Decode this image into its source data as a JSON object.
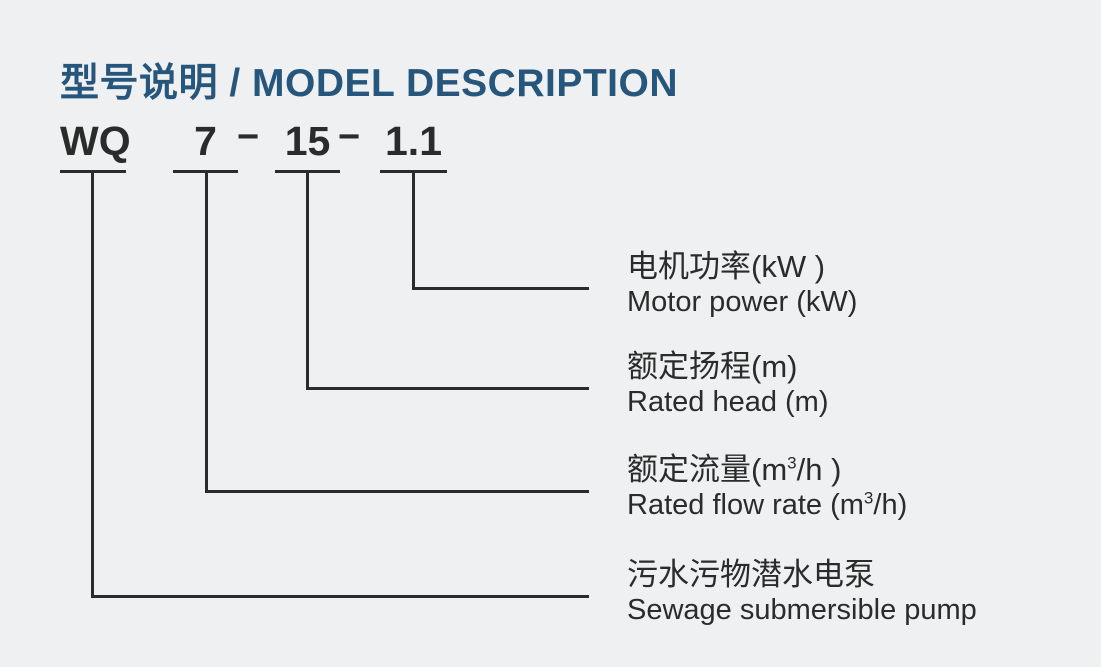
{
  "colors": {
    "background": "#eff0f1",
    "ink": "#2b2b2b",
    "title": "#27567d"
  },
  "header": {
    "title": "型号说明 / MODEL DESCRIPTION"
  },
  "model_code": {
    "parts": [
      "WQ",
      "7",
      "15",
      "1.1"
    ],
    "separator": "−"
  },
  "labels": [
    {
      "cn": "电机功率(kW )",
      "en": "Motor power (kW)"
    },
    {
      "cn": "额定扬程(m)",
      "en": "Rated head (m)"
    },
    {
      "cn_prefix": "额定流量(m",
      "cn_sup": "3",
      "cn_suffix": "/h )",
      "en_prefix": "Rated flow rate (m",
      "en_sup": "3",
      "en_suffix": "/h)"
    },
    {
      "cn": "污水污物潜水电泵",
      "en": "Sewage submersible pump"
    }
  ]
}
